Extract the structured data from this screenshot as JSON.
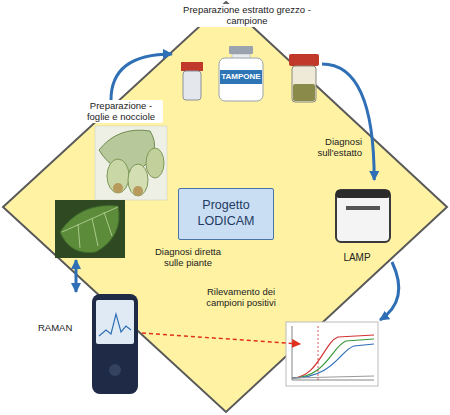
{
  "diagram": {
    "nodes": [
      {
        "text": [
          "Progetto LODICAM"
        ]
      },
      {
        "text": [
          "Preparazione - foglie e nocciole"
        ]
      },
      {
        "text": [
          "Preparazione estratto grezzo - campione"
        ]
      },
      {
        "text": [
          "TAMPONE"
        ],
        "in": 2
      },
      {
        "text": [
          "LAMP"
        ]
      },
      {
        "text": [
          "RAMAN"
        ]
      }
    ],
    "edges": [
      {
        "from": 1,
        "to": 2,
        "arrow": "to"
      },
      {
        "from": 2,
        "to": 4,
        "label": "Diagnosi sull'estatto",
        "arrow": "to"
      },
      {
        "from": 1,
        "to": 5,
        "label": "Diagnosi diretta sulle piante",
        "arrow": "both"
      }
    ],
    "labels": [
      "Rilevamento dei campioni positivi"
    ]
  }
}
